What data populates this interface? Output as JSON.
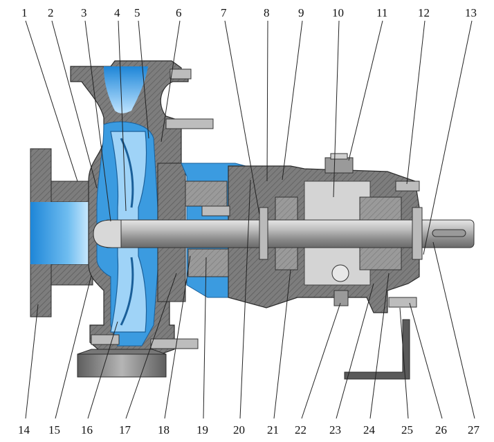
{
  "diagram": {
    "top_labels": [
      "1",
      "2",
      "3",
      "4",
      "5",
      "6",
      "7",
      "8",
      "9",
      "10",
      "11",
      "12",
      "13"
    ],
    "bottom_labels": [
      "14",
      "15",
      "16",
      "17",
      "18",
      "19",
      "20",
      "21",
      "22",
      "23",
      "24",
      "25",
      "26",
      "27"
    ]
  },
  "colors": {
    "metal_dark": "#6e6e6e",
    "metal_mid": "#8c8c8c",
    "metal_light": "#c4c4c4",
    "water_blue": "#3b9be0",
    "water_light": "#9fd3f7",
    "outline": "#2b2b2b"
  }
}
